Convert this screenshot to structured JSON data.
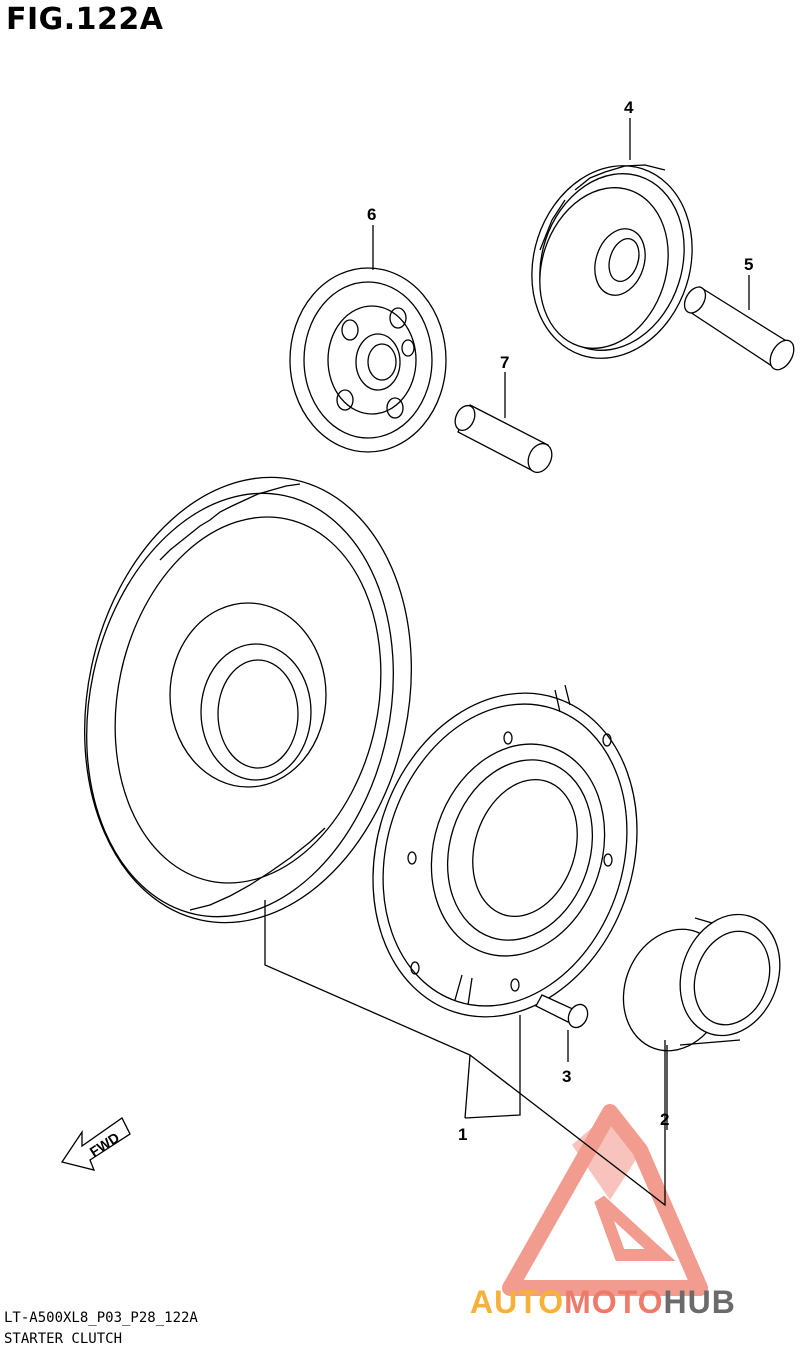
{
  "header": {
    "title": "FIG.122A"
  },
  "parts": [
    {
      "number": "1"
    },
    {
      "number": "2"
    },
    {
      "number": "3"
    },
    {
      "number": "4"
    },
    {
      "number": "5"
    },
    {
      "number": "6"
    },
    {
      "number": "7"
    }
  ],
  "fwd_arrow": {
    "label": "FWD"
  },
  "footer": {
    "code": "LT-A500XL8_P03_P28_122A",
    "name": "STARTER CLUTCH"
  },
  "watermark": {
    "text_a": "AUTO",
    "text_m": "MOTO",
    "text_h": "HUB",
    "colors": {
      "orange": "#f6b13b",
      "red": "#ee7b6a",
      "gray": "#6b6b6b"
    }
  }
}
